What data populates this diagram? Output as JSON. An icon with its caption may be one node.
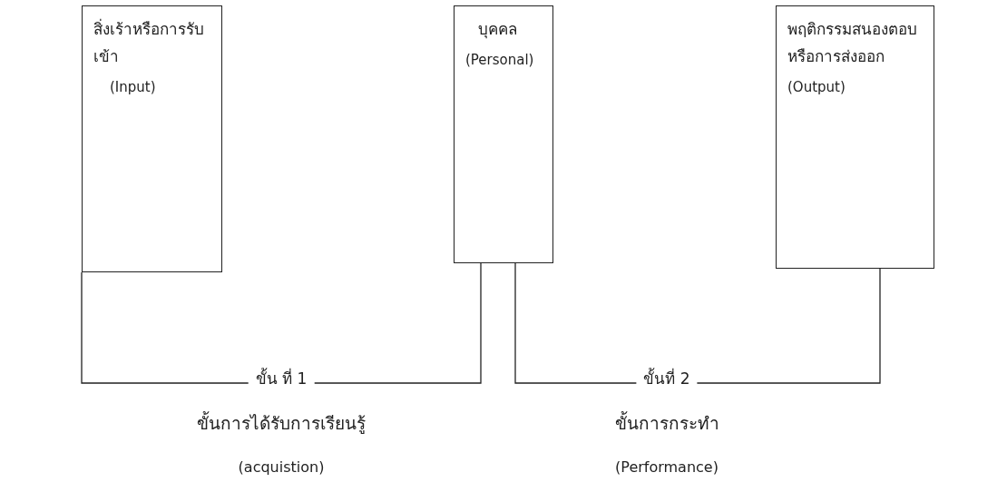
{
  "diagram": {
    "nodes": [
      {
        "text": [
          "สิ่งเร้าหรือการรับเข้า",
          "(Input)"
        ]
      },
      {
        "text": [
          "บุคคล",
          "(Personal)"
        ]
      },
      {
        "text": [
          "พฤติกรรมสนองตอบหรือการส่งออก",
          "(Output)"
        ]
      }
    ],
    "edges": [
      {
        "from": 0,
        "to": 1,
        "arrow": "none",
        "label": "ขั้น ที่ 1"
      },
      {
        "from": 1,
        "to": 2,
        "arrow": "none",
        "label": "ขั้นที่ 2"
      }
    ],
    "labels": [
      "ขั้นการได้รับการเรียนรู้",
      "(acquistion)",
      "ขั้นการกระทำ",
      "(Performance)"
    ]
  }
}
